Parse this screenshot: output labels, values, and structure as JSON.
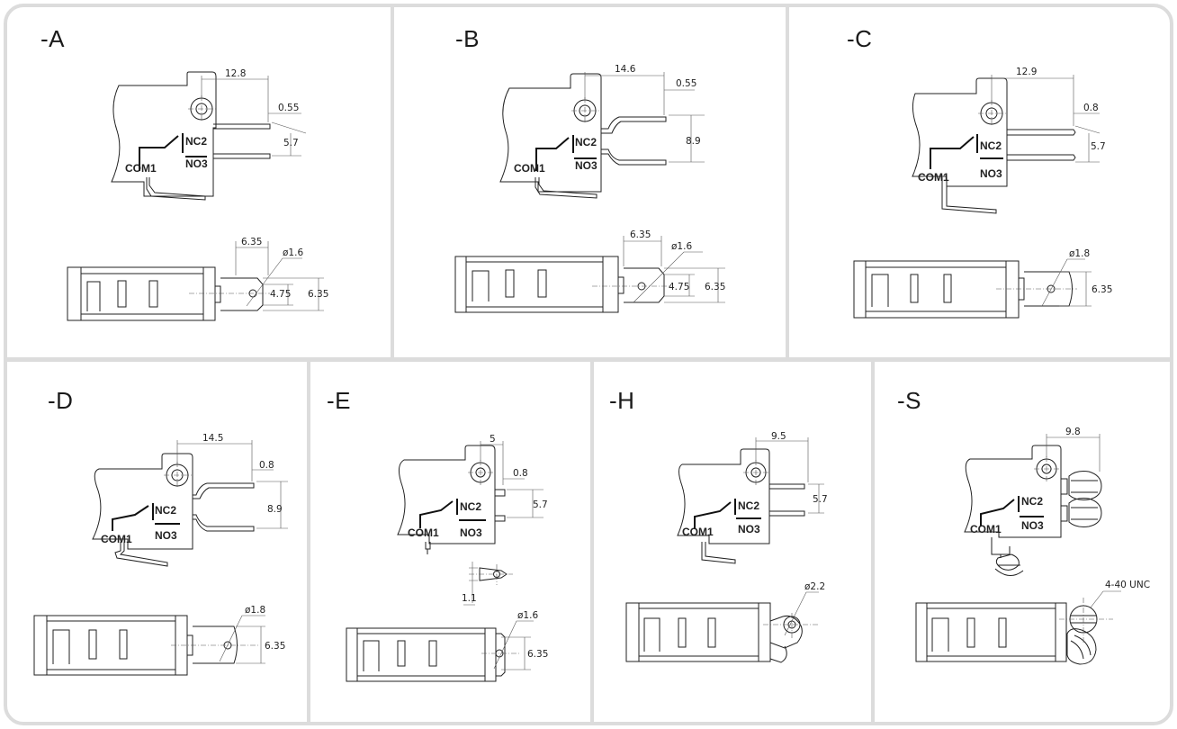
{
  "variants": {
    "A": {
      "suffix": "-A",
      "d1": "12.8",
      "d2": "0.55",
      "d3": "5.7",
      "d4": "6.35",
      "d5": "ø1.6",
      "d6": "4.75",
      "d7": "6.35"
    },
    "B": {
      "suffix": "-B",
      "d1": "14.6",
      "d2": "0.55",
      "d3": "8.9",
      "d4": "6.35",
      "d5": "ø1.6",
      "d6": "4.75",
      "d7": "6.35"
    },
    "C": {
      "suffix": "-C",
      "d1": "12.9",
      "d2": "0.8",
      "d3": "5.7",
      "d5": "ø1.8",
      "d7": "6.35"
    },
    "D": {
      "suffix": "-D",
      "d1": "14.5",
      "d2": "0.8",
      "d3": "8.9",
      "d5": "ø1.8",
      "d7": "6.35"
    },
    "E": {
      "suffix": "-E",
      "d1": "5",
      "d2": "0.8",
      "d3": "5.7",
      "d4": "1.1",
      "d5": "ø1.6",
      "d7": "6.35"
    },
    "H": {
      "suffix": "-H",
      "d1": "9.5",
      "d3": "5.7",
      "d5": "ø2.2"
    },
    "S": {
      "suffix": "-S",
      "d1": "9.8",
      "d5": "4-40 UNC"
    }
  },
  "terminals": {
    "com": "COM1",
    "nc": "NC2",
    "no": "NO3"
  },
  "colors": {
    "frame": "#dcdcdc",
    "ink": "#222222"
  }
}
